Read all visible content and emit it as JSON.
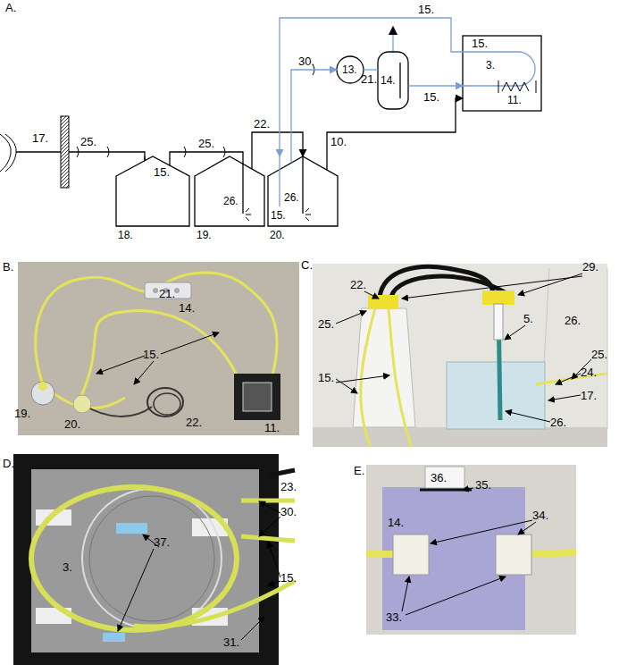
{
  "diagram": {
    "nodes": [
      {
        "text": [
          "18."
        ]
      },
      {
        "text": [
          "26.",
          "19."
        ]
      },
      {
        "text": [
          "26.",
          "15.",
          "20."
        ]
      },
      {
        "text": [
          "13."
        ]
      },
      {
        "text": [
          "14."
        ]
      },
      {
        "text": [
          "3.",
          "11."
        ]
      }
    ],
    "edges": [
      {
        "from": 0,
        "to": 1,
        "arrow": "none",
        "label": "25."
      },
      {
        "from": 1,
        "to": 2,
        "arrow": "to",
        "label": "22."
      },
      {
        "from": 2,
        "to": 5,
        "arrow": "to",
        "label": "10."
      },
      {
        "from": 2,
        "to": 3,
        "arrow": "to",
        "label": "30."
      },
      {
        "from": 3,
        "to": 4,
        "arrow": "none",
        "label": "21."
      },
      {
        "from": 4,
        "to": 5,
        "arrow": "to",
        "label": "15."
      },
      {
        "from": 5,
        "to": 2,
        "arrow": "to",
        "label": "15."
      }
    ],
    "labels": [
      "A.",
      "17.",
      "25.",
      "15.",
      "15.",
      "B.",
      "21.",
      "14.",
      "15.",
      "19.",
      "20.",
      "22.",
      "11.",
      "C.",
      "22.",
      "29.",
      "25.",
      "5.",
      "26.",
      "25.",
      "15.",
      "24.",
      "17.",
      "26.",
      "D.",
      "23.",
      "30.",
      "3.",
      "37.",
      "15.",
      "31.",
      "E.",
      "36.",
      "35.",
      "14.",
      "34.",
      "33."
    ]
  }
}
